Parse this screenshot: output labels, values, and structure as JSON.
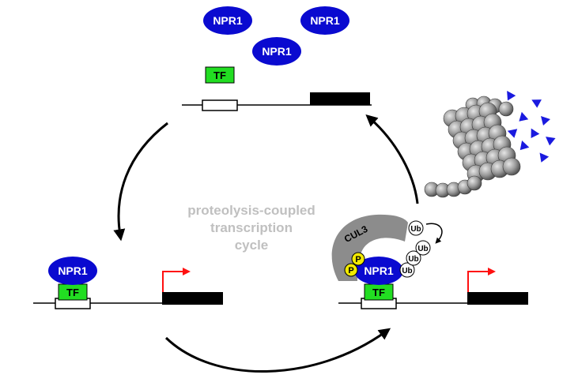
{
  "diagram": {
    "protein_label": "NPR1",
    "tf_label": "TF",
    "cul3_label": "CUL3",
    "phospho_label": "P",
    "ubiquitin_label": "Ub",
    "cycle_title_line1": "proteolysis-coupled",
    "cycle_title_line2": "transcription",
    "cycle_title_line3": "cycle"
  },
  "colors": {
    "npr1": "#0a0ad0",
    "tf": "#22dd22",
    "cul3": "#8c8c8c",
    "phospho": "#f2ea00",
    "ubiquitin": "#ffffff",
    "promoter_arrow": "#ff1010",
    "gene_block": "#000000",
    "cycle_text": "#c0c0c0",
    "proteasome_subunit": "#8a8a8a",
    "fragment": "#1a1adf"
  }
}
